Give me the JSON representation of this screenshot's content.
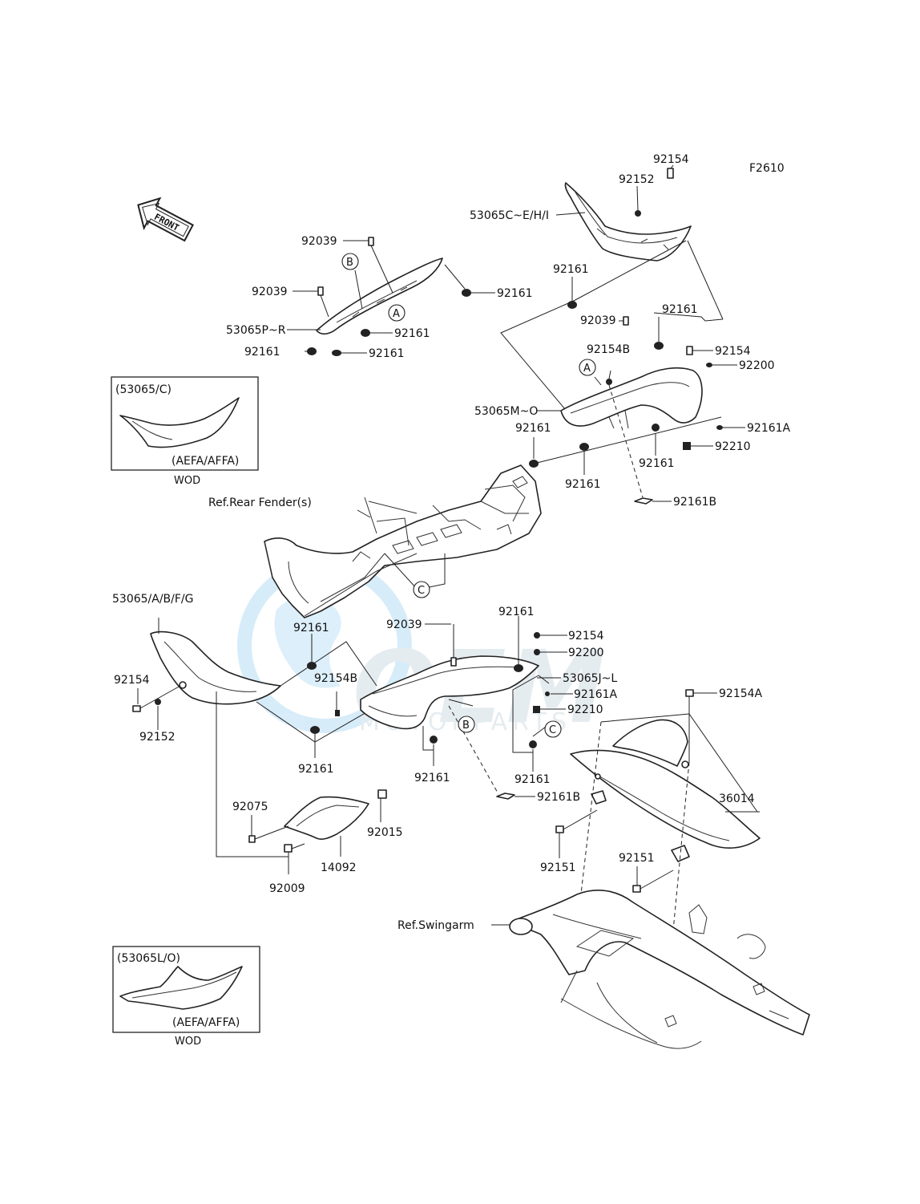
{
  "figure_code": "F2610",
  "front_arrow_label": "FRONT",
  "watermark": {
    "big": "OEM",
    "small": "MOTORPARTS"
  },
  "callouts": {
    "A1": "A",
    "B1": "B",
    "A2": "A",
    "B2": "B",
    "C1": "C",
    "C2": "C"
  },
  "inset1": {
    "title": "(53065/C)",
    "variant": "(AEFA/AFFA)",
    "caption": "WOD"
  },
  "inset2": {
    "title": "(53065L/O)",
    "variant": "(AEFA/AFFA)",
    "caption": "WOD"
  },
  "labels": {
    "p92154_top": "92154",
    "p92152_top": "92152",
    "p53065CEHI": "53065C~E/H/I",
    "p92039_a": "92039",
    "p92039_b": "92039",
    "p92161_a": "92161",
    "p53065PR": "53065P~R",
    "p92161_b": "92161",
    "p92161_c": "92161",
    "p92161_d": "92161",
    "p92161_e": "92161",
    "p92039_c": "92039",
    "p92161_f": "92161",
    "p92154B_a": "92154B",
    "p92154_r": "92154",
    "p92200_r": "92200",
    "p53065MO": "53065M~O",
    "p92161A_r": "92161A",
    "p92161_g": "92161",
    "p92210_r": "92210",
    "p92161_h": "92161",
    "p92161_i": "92161",
    "p92161B_r": "92161B",
    "ref_rear_fender": "Ref.Rear Fender(s)",
    "p53065ABFG": "53065/A/B/F/G",
    "p92161_j": "92161",
    "p92039_d": "92039",
    "p92161_k": "92161",
    "p92154_m": "92154",
    "p92200_m": "92200",
    "p92154B_b": "92154B",
    "p53065JL": "53065J~L",
    "p92161A_m": "92161A",
    "p92154_l": "92154",
    "p92210_m": "92210",
    "p92154A": "92154A",
    "p92152_l": "92152",
    "p92161_l": "92161",
    "p92161_m": "92161",
    "p92161_n": "92161",
    "p92161B_m": "92161B",
    "p36014": "36014",
    "p92075": "92075",
    "p92015": "92015",
    "p14092": "14092",
    "p92009": "92009",
    "p92151_a": "92151",
    "p92151_b": "92151",
    "ref_swingarm": "Ref.Swingarm"
  }
}
